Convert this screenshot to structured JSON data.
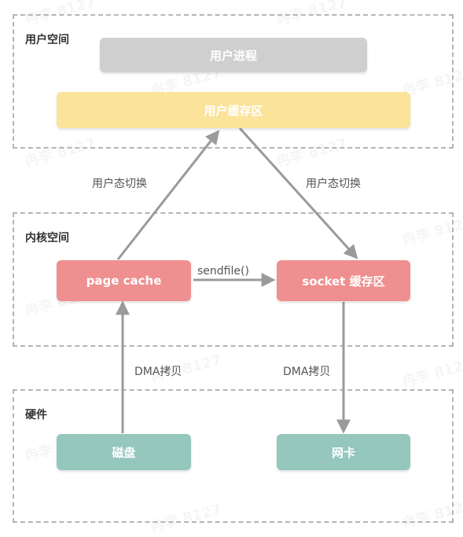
{
  "regions": {
    "user_space": "用户空间",
    "kernel_space": "内核空间",
    "hardware": "硬件"
  },
  "nodes": {
    "user_process": "用户进程",
    "user_buffer": "用户缓存区",
    "page_cache": "page cache",
    "socket_buffer": "socket 缓存区",
    "disk": "磁盘",
    "nic": "网卡"
  },
  "edges": {
    "page_to_user": "用户态切换",
    "user_to_socket": "用户态切换",
    "page_to_socket": "sendfile()",
    "disk_to_page": "DMA拷贝",
    "socket_to_nic": "DMA拷贝"
  },
  "watermark": "冉李 8127",
  "colors": {
    "process_gray": "#cfcfcf",
    "buffer_yellow": "#fbe49a",
    "kernel_red": "#ef8f8f",
    "hardware_teal": "#95c7bd",
    "arrow_gray": "#9a9a9a"
  }
}
